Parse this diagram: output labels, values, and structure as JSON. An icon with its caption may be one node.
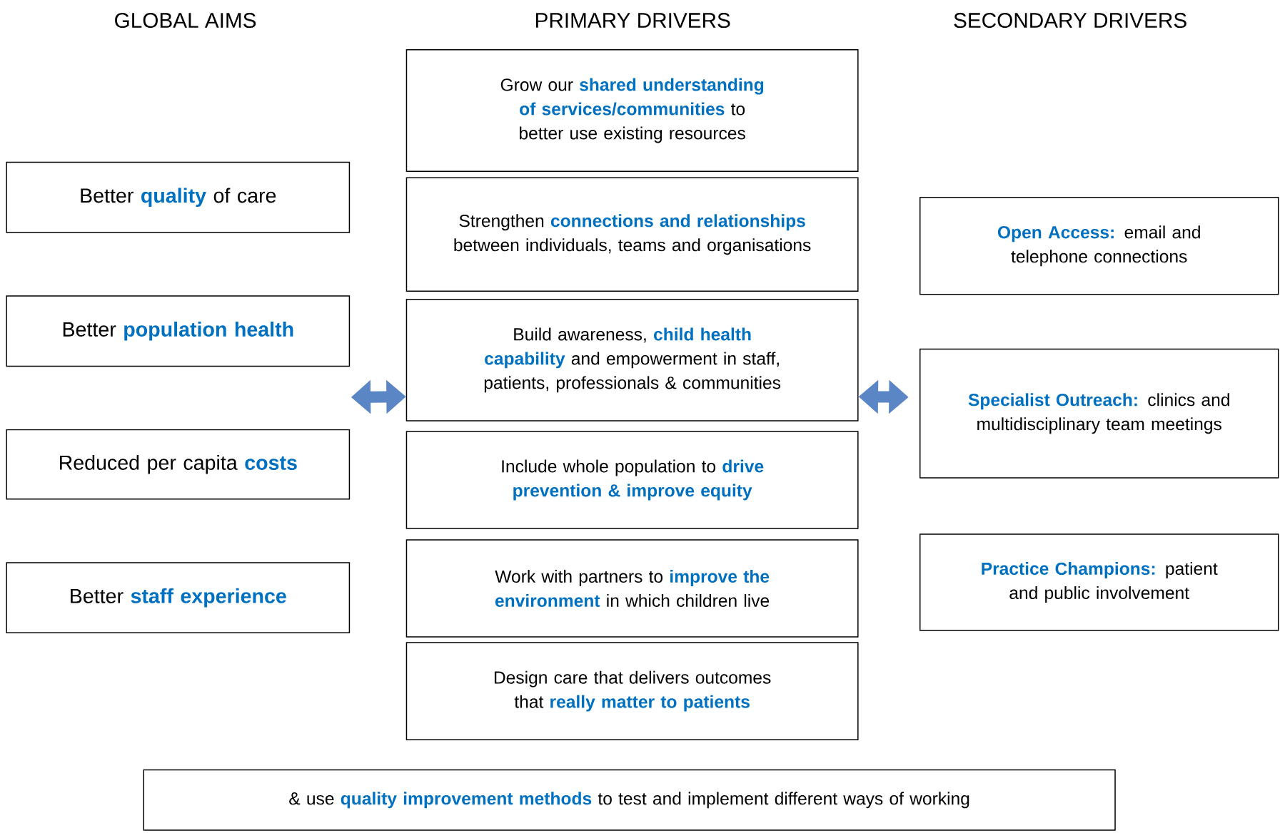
{
  "diagram": {
    "nodes": [
      {
        "text": [
          "Better **quality** of care"
        ]
      },
      {
        "text": [
          "Better **population health**"
        ]
      },
      {
        "text": [
          "Reduced per capita **costs**"
        ]
      },
      {
        "text": [
          "Better **staff experience**"
        ]
      },
      {
        "text": [
          "Grow our **shared understanding of services/communities** to better use existing resources"
        ]
      },
      {
        "text": [
          "Strengthen **connections and relationships** between individuals, teams and organisations"
        ]
      },
      {
        "text": [
          "Build awareness, **child health capability** and empowerment in staff, patients, professionals & communities"
        ]
      },
      {
        "text": [
          "Include whole population to **drive prevention & improve equity**"
        ]
      },
      {
        "text": [
          "Work with partners to **improve the environment** in which children live"
        ]
      },
      {
        "text": [
          "Design care that delivers outcomes that **really matter to patients**"
        ]
      },
      {
        "text": [
          "**Open Access:** email and telephone connections"
        ]
      },
      {
        "text": [
          "**Specialist Outreach:** clinics and multidisciplinary team meetings"
        ]
      },
      {
        "text": [
          "**Practice Champions:** patient and public involvement"
        ]
      },
      {
        "text": [
          "& use **quality improvement methods** to test and implement different ways of working"
        ]
      }
    ],
    "edges": [
      {
        "from": null,
        "to": 6,
        "arrow": "both"
      },
      {
        "from": 6,
        "to": null,
        "arrow": "both"
      }
    ],
    "labels": [
      "GLOBAL AIMS",
      "PRIMARY DRIVERS",
      "SECONDARY DRIVERS"
    ]
  }
}
